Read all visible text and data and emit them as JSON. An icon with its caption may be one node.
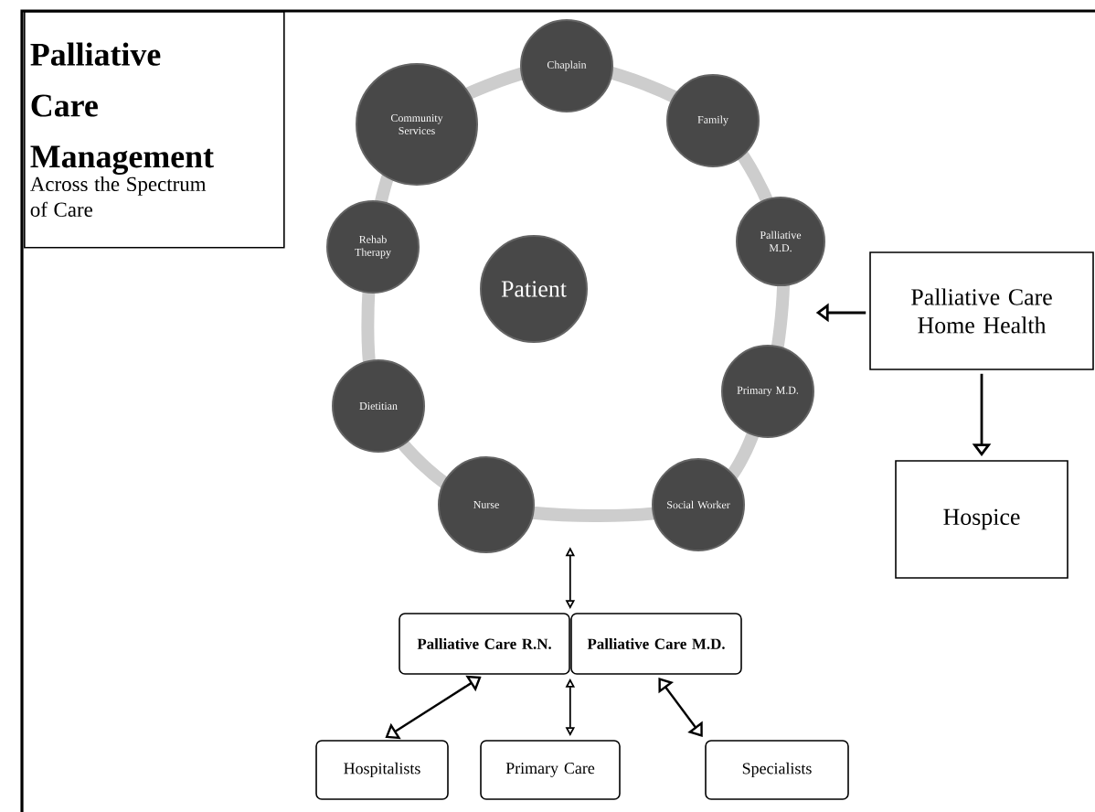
{
  "diagram": {
    "nodes": [
      {
        "text": [
          "Palliative Care Management",
          "Across the Spectrum of Care"
        ]
      },
      {
        "text": [
          "Patient"
        ]
      },
      {
        "text": [
          "Chaplain"
        ]
      },
      {
        "text": [
          "Family"
        ]
      },
      {
        "text": [
          "Palliative M.D."
        ]
      },
      {
        "text": [
          "Primary M.D."
        ]
      },
      {
        "text": [
          "Social Worker"
        ]
      },
      {
        "text": [
          "Nurse"
        ]
      },
      {
        "text": [
          "Dietitian"
        ]
      },
      {
        "text": [
          "Rehab Therapy"
        ]
      },
      {
        "text": [
          "Community Services"
        ]
      },
      {
        "text": [
          "Palliative Care Home Health"
        ]
      },
      {
        "text": [
          "Hospice"
        ]
      },
      {
        "text": [
          "Palliative Care R.N."
        ]
      },
      {
        "text": [
          "Palliative Care M.D."
        ]
      },
      {
        "text": [
          "Hospitalists"
        ]
      },
      {
        "text": [
          "Primary Care"
        ]
      },
      {
        "text": [
          "Specialists"
        ]
      }
    ],
    "edges": [
      {
        "from": 11,
        "to": 4,
        "arrow": "to"
      },
      {
        "from": 11,
        "to": 12,
        "arrow": "to"
      },
      {
        "from": null,
        "to": 13,
        "arrow": "both"
      },
      {
        "from": 13,
        "to": 15,
        "arrow": "both"
      },
      {
        "from": 13,
        "to": 16,
        "arrow": "both"
      },
      {
        "from": 14,
        "to": 17,
        "arrow": "both"
      }
    ]
  }
}
